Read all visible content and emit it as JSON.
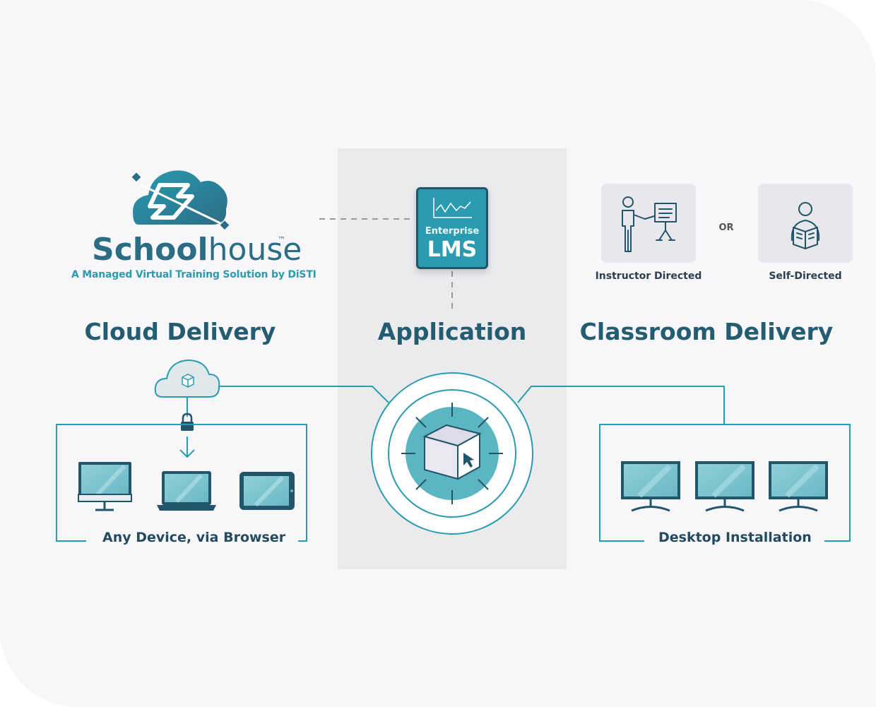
{
  "brand": {
    "name_bold": "School",
    "name_light": "house",
    "trademark": "™",
    "tagline": "A Managed Virtual Training Solution by DiSTI"
  },
  "columns": {
    "cloud": "Cloud Delivery",
    "application": "Application",
    "classroom": "Classroom Delivery"
  },
  "lms": {
    "line1": "Enterprise",
    "line2": "LMS"
  },
  "classroom_modes": {
    "instructor": "Instructor Directed",
    "separator": "OR",
    "self": "Self-Directed"
  },
  "boxes": {
    "devices": "Any Device, via Browser",
    "desktop": "Desktop Installation"
  },
  "colors": {
    "brand_dark": "#245c72",
    "brand_teal": "#2a9bb0",
    "screen_fill": "#7fc4cf",
    "panel_gray": "#ebebee"
  },
  "icons": [
    "schoolhouse-logo-icon",
    "chart-icon",
    "instructor-icon",
    "self-study-icon",
    "cloud-icon",
    "lock-icon",
    "arrow-down-icon",
    "monitor-icon",
    "laptop-icon",
    "tablet-icon",
    "cube-cursor-icon"
  ]
}
